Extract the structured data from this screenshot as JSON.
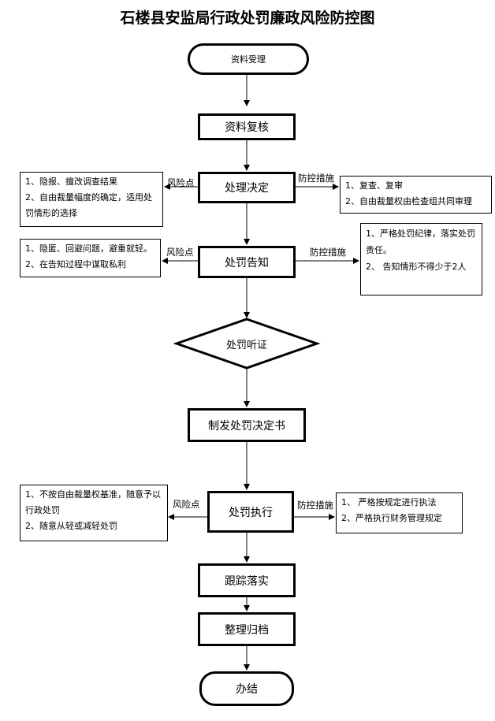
{
  "title": "石楼县安监局行政处罚廉政风险防控图",
  "steps": {
    "start": "资料受理",
    "review": "资料复核",
    "decision": "处理决定",
    "notice": "处罚告知",
    "hearing": "处罚听证",
    "issue": "制发处罚决定书",
    "execute": "处罚执行",
    "followup": "跟踪落实",
    "archive": "整理归档",
    "end": "办结"
  },
  "labels": {
    "risk": "风险点",
    "control": "防控措施"
  },
  "decision_risks": [
    "1、隐报、擅改调查结果",
    "2、自由裁量幅度的确定，适用处罚情形的选择"
  ],
  "decision_controls": [
    "1、复查、复审",
    "2、自由裁量权由检查组共同审理"
  ],
  "notice_risks": [
    "1、隐匿、回避问题，避重就轻。",
    "2、在告知过程中谋取私利"
  ],
  "notice_controls": [
    "1、严格处罚纪律，落实处罚责任。",
    "2、 告知情形不得少于2人"
  ],
  "execute_risks": [
    "1、不按自由裁量权基准，随意予以行政处罚",
    "2、随意从轻或减轻处罚"
  ],
  "execute_controls": [
    "1、 严格按规定进行执法",
    "2、严格执行财务管理规定"
  ]
}
